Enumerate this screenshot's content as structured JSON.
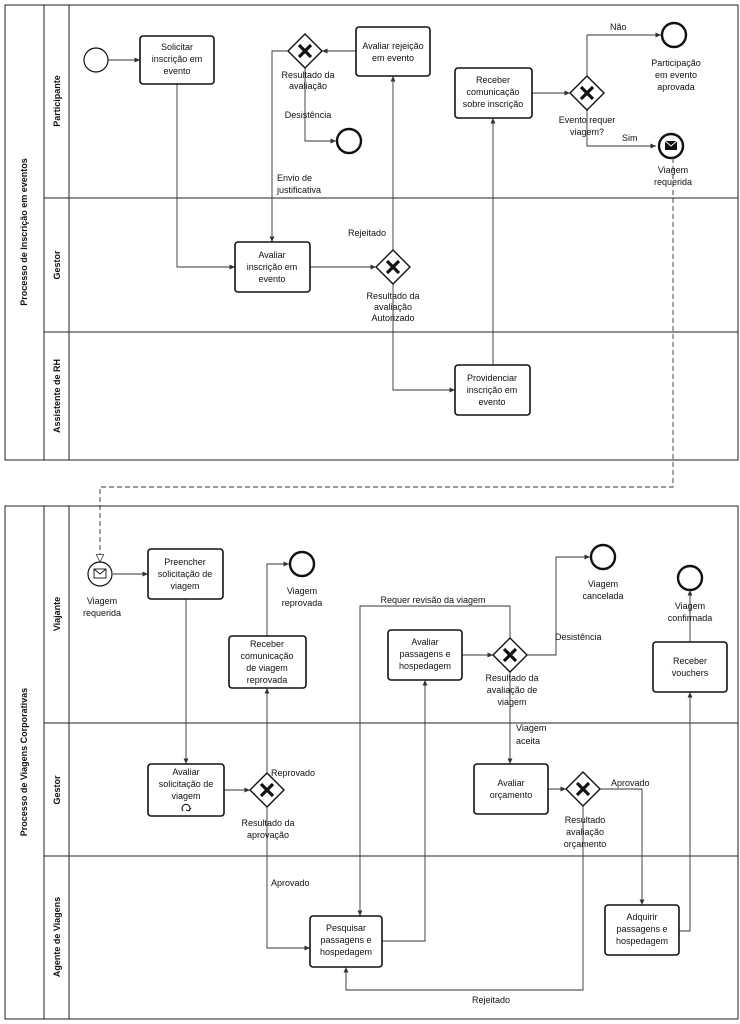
{
  "colors": {
    "stroke": "#111111",
    "background": "#ffffff",
    "line": "#333333"
  },
  "pool1": {
    "title": "Processo de Inscrição em eventos",
    "lanes": [
      "Participante",
      "Gestor",
      "Assistente de RH"
    ],
    "tasks": {
      "solicitar": [
        "Solicitar",
        "inscrição em",
        "evento"
      ],
      "avaliar_rejeicao": [
        "Avaliar rejeição",
        "em evento"
      ],
      "receber_comunicacao": [
        "Receber",
        "comunicação",
        "sobre inscrição"
      ],
      "avaliar_inscricao": [
        "Avaliar",
        "inscrição em",
        "evento"
      ],
      "providenciar": [
        "Providenciar",
        "inscrição em",
        "evento"
      ]
    },
    "labels": {
      "resultado_avaliacao_1": [
        "Resultado da",
        "avaliação"
      ],
      "desistencia": "Desistência",
      "envio": [
        "Envio de",
        "justificativa"
      ],
      "rejeitado": "Rejeitado",
      "resultado_avaliacao_2": [
        "Resultado da",
        "avaliação",
        "Autorizado"
      ],
      "evento_requer": [
        "Evento requer",
        "viagem?"
      ],
      "nao": "Não",
      "sim": "Sim",
      "participacao": [
        "Participação",
        "em evento",
        "aprovada"
      ],
      "viagem_requerida": [
        "Viagem",
        "requerida"
      ]
    }
  },
  "pool2": {
    "title": "Processo de Viagens Corporativas",
    "lanes": [
      "Viajante",
      "Gestor",
      "Agente de Viagens"
    ],
    "tasks": {
      "preencher": [
        "Preencher",
        "solicitação de",
        "viagem"
      ],
      "receber_reprovada": [
        "Receber",
        "comunicação",
        "de viagem",
        "reprovada"
      ],
      "avaliar_passagens": [
        "Avaliar",
        "passagens e",
        "hospedagem"
      ],
      "receber_vouchers": [
        "Receber",
        "vouchers"
      ],
      "avaliar_solicitacao": [
        "Avaliar",
        "solicitação de",
        "viagem"
      ],
      "avaliar_orcamento": [
        "Avaliar",
        "orçamento"
      ],
      "pesquisar": [
        "Pesquisar",
        "passagens e",
        "hospedagem"
      ],
      "adquirir": [
        "Adquirir",
        "passagens e",
        "hospedagem"
      ]
    },
    "labels": {
      "viagem_requerida": [
        "Viagem",
        "requerida"
      ],
      "viagem_reprovada": [
        "Viagem",
        "reprovada"
      ],
      "requer_revisao": "Requer revisão da viagem",
      "viagem_cancelada": [
        "Viagem",
        "cancelada"
      ],
      "desistencia": "Desistência",
      "resultado_avaliacao_viagem": [
        "Resultado da",
        "avaliação de",
        "viagem"
      ],
      "viagem_confirmada": [
        "Viagem",
        "confirmada"
      ],
      "viagem_aceita": [
        "Viagem",
        "aceita"
      ],
      "reprovado": "Reprovado",
      "resultado_aprovacao": [
        "Resultado da",
        "aprovação"
      ],
      "aprovado_1": "Aprovado",
      "resultado_orcamento": [
        "Resultado",
        "avaliação",
        "orçamento"
      ],
      "aprovado_2": "Aprovado",
      "rejeitado": "Rejeitado"
    }
  }
}
